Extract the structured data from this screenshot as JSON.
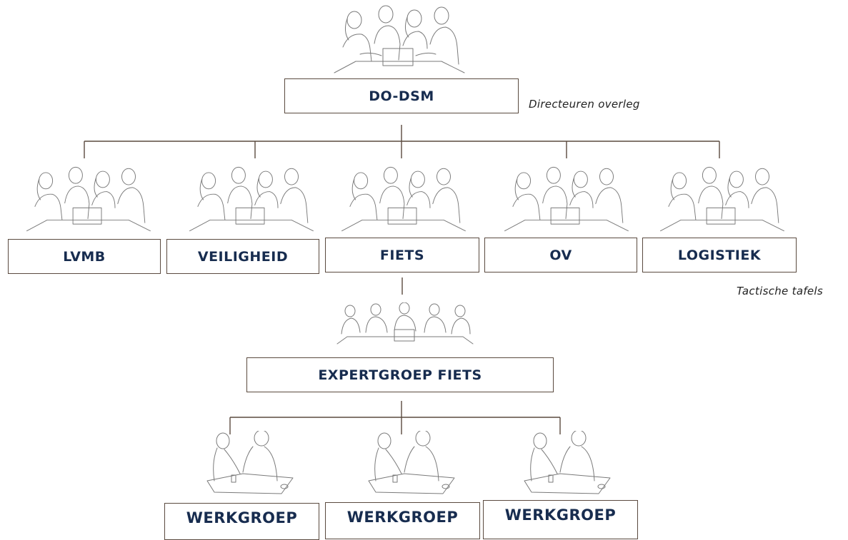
{
  "top": {
    "label": "DO-DSM",
    "note": "Directeuren overleg"
  },
  "tactical": {
    "note": "Tactische tafels",
    "boxes": [
      "LVMB",
      "VEILIGHEID",
      "FIETS",
      "OV",
      "LOGISTIEK"
    ]
  },
  "expert": {
    "label": "EXPERTGROEP FIETS"
  },
  "workgroups": {
    "boxes": [
      "WERKGROEP",
      "WERKGROEP",
      "WERKGROEP"
    ]
  },
  "icons": {
    "meeting": "team-meeting-icon",
    "panel": "expert-panel-icon",
    "pair": "pair-working-icon"
  },
  "colors": {
    "box_text": "#172c4f",
    "border": "#5a4a3f",
    "sketch": "#7a7a7a"
  }
}
